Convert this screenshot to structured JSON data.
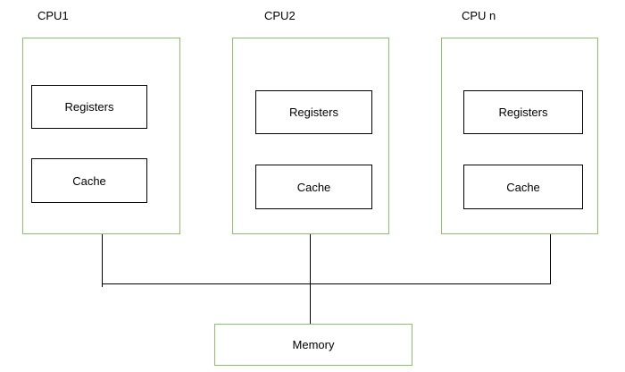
{
  "diagram": {
    "cpus": [
      {
        "label": "CPU1",
        "registers": "Registers",
        "cache": "Cache"
      },
      {
        "label": "CPU2",
        "registers": "Registers",
        "cache": "Cache"
      },
      {
        "label": "CPU n",
        "registers": "Registers",
        "cache": "Cache"
      }
    ],
    "memory": {
      "label": "Memory"
    }
  },
  "colors": {
    "cpu_border": "#8dc06c",
    "memory_border": "#8dc06c",
    "inner_border": "#000000",
    "connector": "#000000"
  }
}
